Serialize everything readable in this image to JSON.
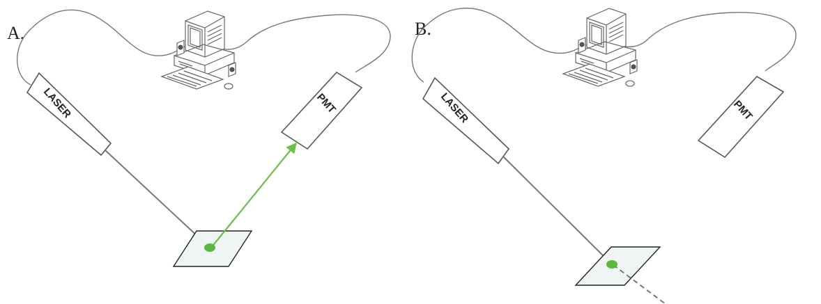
{
  "colors": {
    "laser_beam": "#777777",
    "emission_beam": "#6cbf4a",
    "spot": "#5cb83c",
    "sample_fill": "#eef5f4",
    "outline": "#555555"
  },
  "icons": {
    "computer": "computer-icon"
  },
  "panels": [
    {
      "label": "A.",
      "laser_label": "LASER",
      "pmt_label": "PMT"
    },
    {
      "label": "B.",
      "laser_label": "LASER",
      "pmt_label": "PMT"
    }
  ]
}
